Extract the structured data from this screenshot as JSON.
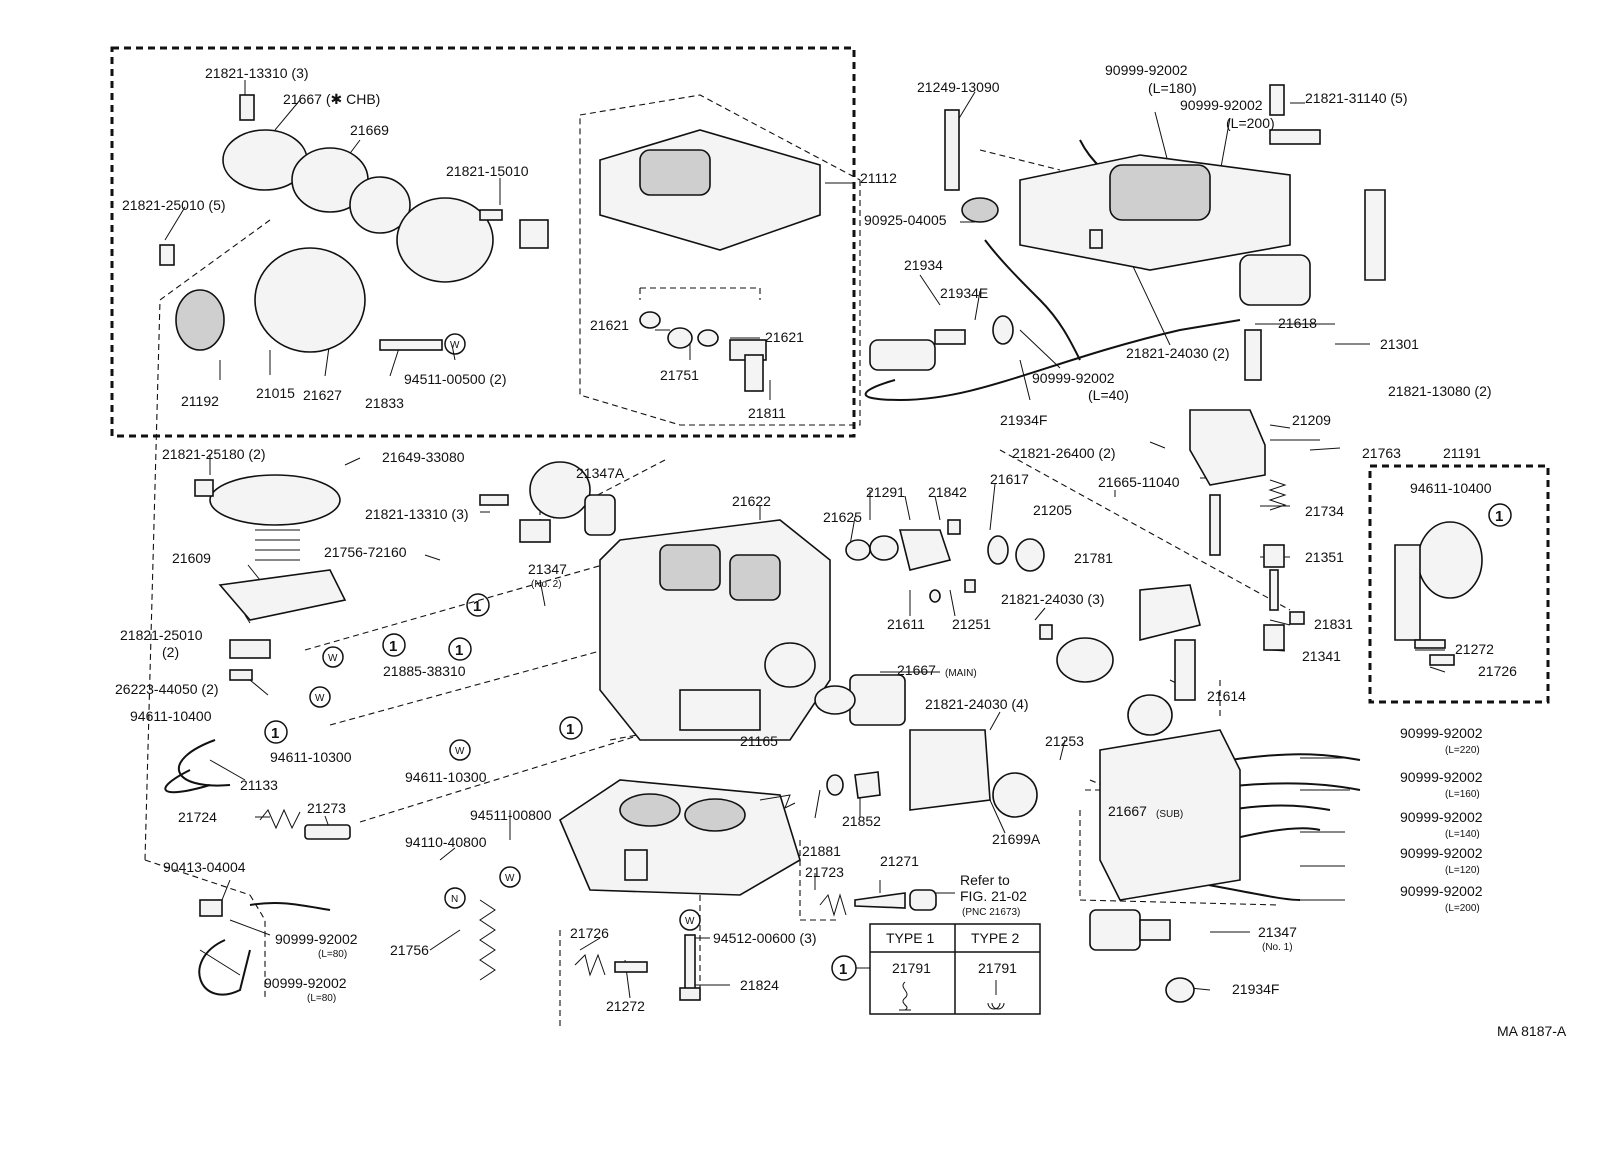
{
  "diagram_id": "MA 8187-A",
  "callouts": {
    "c01": "21821-13310 (3)",
    "c02": "21667 (✱ CHB)",
    "c03": "21669",
    "c04": "21821-15010",
    "c05": "21821-25010 (5)",
    "c06": "21192",
    "c07": "21015",
    "c08": "21627",
    "c09": "21833",
    "c10": "94511-00500 (2)",
    "c11": "21112",
    "c12": "21621",
    "c13": "21621",
    "c14": "21751",
    "c15": "21811",
    "c16": "21249-13090",
    "c17": "90999-92002",
    "c18": "(L=180)",
    "c19": "90999-92002",
    "c20": "(L=200)",
    "c21": "21821-31140 (5)",
    "c22": "90925-04005",
    "c23": "21934",
    "c24": "21934E",
    "c25": "21821-24030 (2)",
    "c26": "90999-92002",
    "c27": "(L=40)",
    "c28": "21934F",
    "c29": "21618",
    "c30": "21301",
    "c31": "21821-13080 (2)",
    "c32": "21209",
    "c33": "21763",
    "c34": "21191",
    "c35": "94611-10400",
    "c36": "21821-26400 (2)",
    "c37": "21665-11040",
    "c38": "21205",
    "c39": "21734",
    "c40": "21351",
    "c41": "21831",
    "c42": "21341",
    "c43": "21272",
    "c44": "21726",
    "c45": "21821-25180 (2)",
    "c46": "21649-33080",
    "c47": "21821-13310 (3)",
    "c48": "21347A",
    "c49": "21622",
    "c50": "21291",
    "c51": "21842",
    "c52": "21617",
    "c53": "21625",
    "c54": "21781",
    "c55": "21611",
    "c56": "21251",
    "c57": "21821-24030 (3)",
    "c58": "21614",
    "c59": "21609",
    "c60": "21756-72160",
    "c61": "21347",
    "c62": "(No. 2)",
    "c63": "21821-25010",
    "c64": "(2)",
    "c65": "26223-44050 (2)",
    "c66": "94611-10400",
    "c67": "21885-38310",
    "c68": "21667",
    "c69": "(MAIN)",
    "c70": "21821-24030 (4)",
    "c71": "21253",
    "c72": "21667",
    "c73": "(SUB)",
    "c74": "94611-10300",
    "c75": "94611-10300",
    "c76": "21165",
    "c77": "21133",
    "c78": "21724",
    "c79": "21273",
    "c80": "94511-00800",
    "c81": "94110-40800",
    "c82": "21881",
    "c83": "21852",
    "c84": "21699A",
    "c85": "90413-04004",
    "c86": "90999-92002",
    "c87": "(L=80)",
    "c88": "90999-92002",
    "c89": "(L=80)",
    "c90": "21756",
    "c91": "21726",
    "c92": "21272",
    "c93": "94512-00600 (3)",
    "c94": "21824",
    "c95": "21723",
    "c96": "21271",
    "c97": "Refer to",
    "c98": "FIG. 21-02",
    "c99": "(PNC 21673)",
    "c100": "21347",
    "c101": "(No. 1)",
    "c102": "21934F",
    "h1": "90999-92002",
    "h1l": "(L=220)",
    "h2": "90999-92002",
    "h2l": "(L=160)",
    "h3": "90999-92002",
    "h3l": "(L=140)",
    "h4": "90999-92002",
    "h4l": "(L=120)",
    "h5": "90999-92002",
    "h5l": "(L=200)"
  },
  "symbols": {
    "circle_one": "1",
    "washer": "W",
    "nut": "N"
  },
  "type_table": {
    "headers": [
      "TYPE 1",
      "TYPE 2"
    ],
    "row_symbol": "1",
    "cells": [
      "21791",
      "21791"
    ]
  }
}
